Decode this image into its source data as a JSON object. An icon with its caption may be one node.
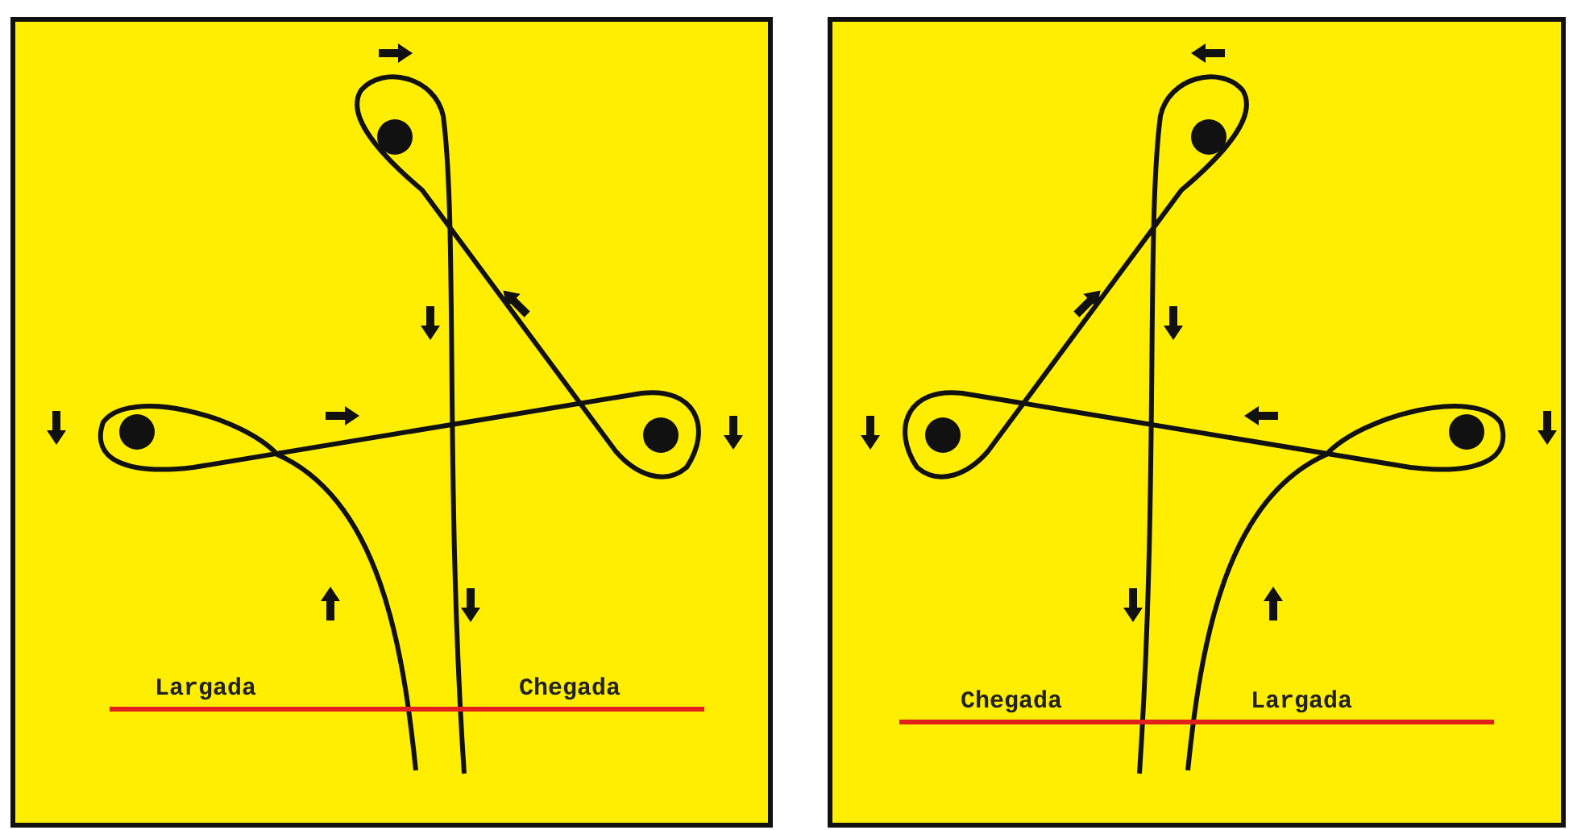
{
  "diagram": {
    "labels": [
      "Largada",
      "Chegada",
      "Chegada",
      "Largada"
    ]
  }
}
